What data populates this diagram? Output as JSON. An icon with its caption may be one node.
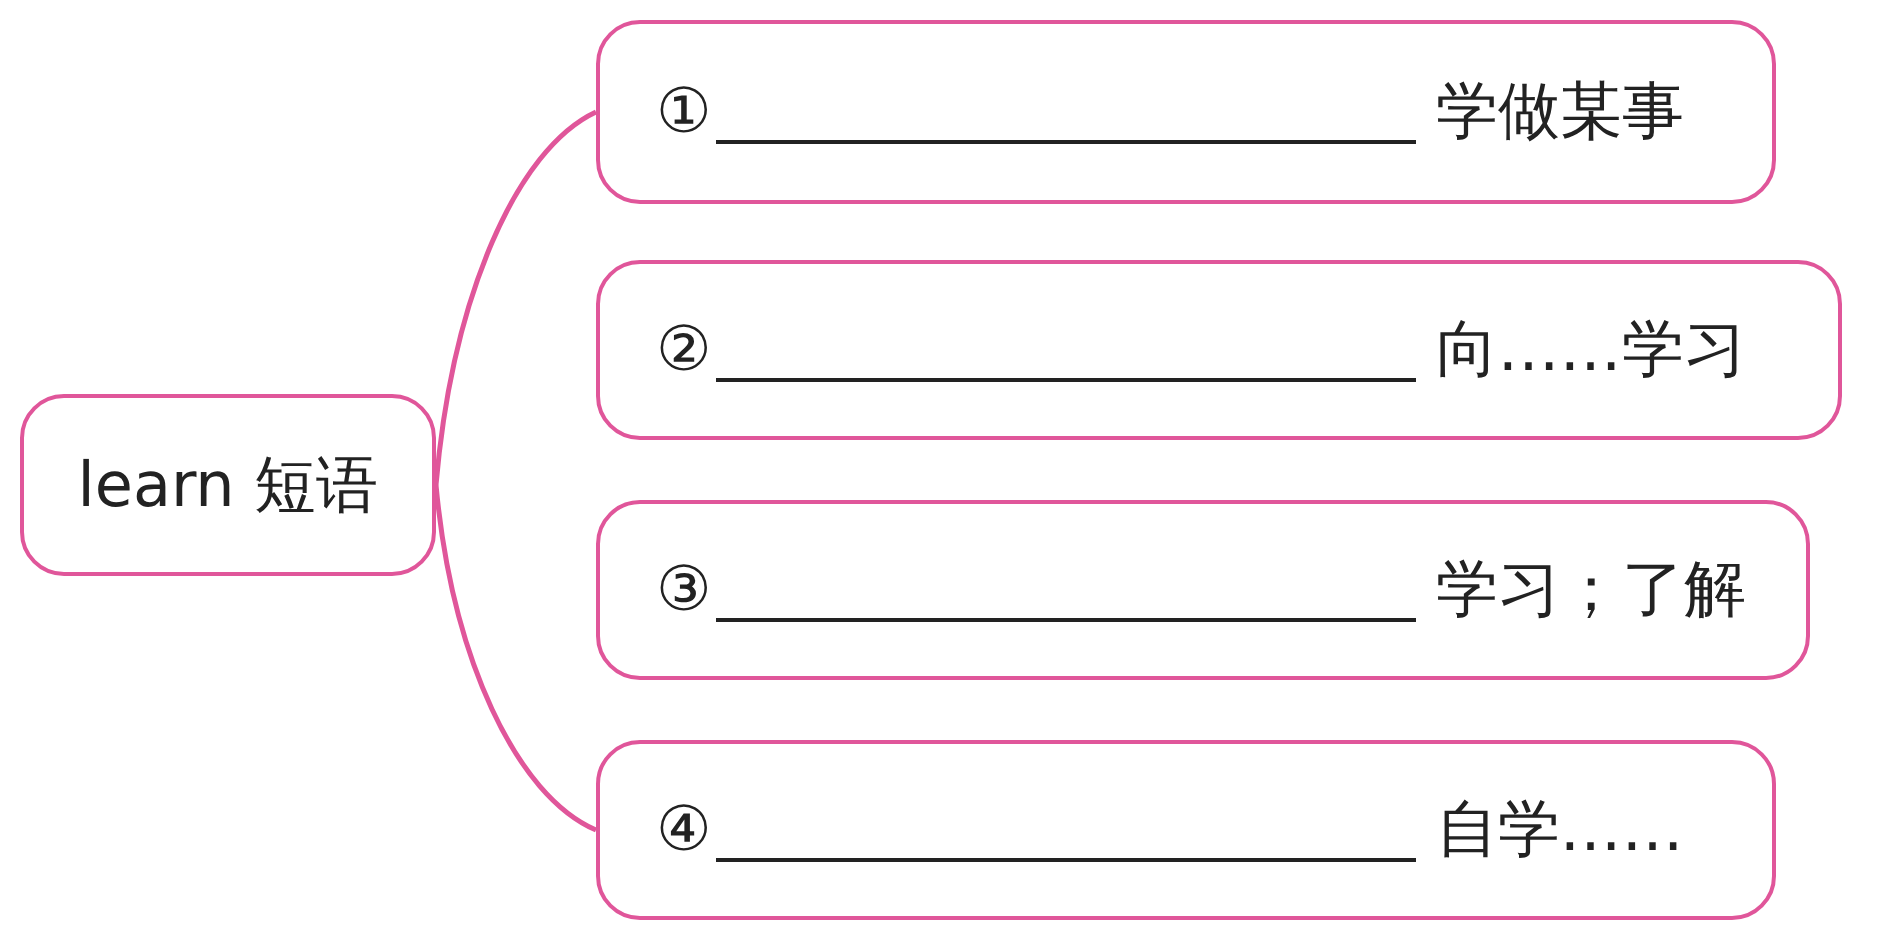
{
  "diagram": {
    "nodes": [
      {
        "text": [
          "learn 短语"
        ]
      },
      {
        "text": [
          "①",
          "学做某事"
        ]
      },
      {
        "text": [
          "②",
          "向……学习"
        ]
      },
      {
        "text": [
          "③",
          "学习；了解"
        ]
      },
      {
        "text": [
          "④",
          "自学……"
        ]
      }
    ],
    "edges": [
      {
        "from": 0,
        "to": 1,
        "arrow": "none"
      },
      {
        "from": 0,
        "to": 4,
        "arrow": "none"
      }
    ]
  }
}
